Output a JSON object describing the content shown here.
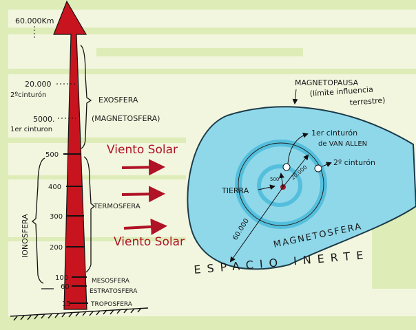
{
  "colors": {
    "paper": "#f2f6de",
    "green_wash": "#cfe3a0",
    "arrow_red": "#c8141e",
    "magnetosphere_blue": "#7fd3e6",
    "wind_red": "#b01226"
  },
  "altitude_axis": {
    "top_label": "60.000Km",
    "belt2_value": "20.000",
    "belt2_label": "2ºcinturón",
    "belt1_value": "5000.",
    "belt1_label": "1er cinturon",
    "ticks": [
      "500",
      "400",
      "300",
      "200",
      "100",
      "60",
      "15"
    ]
  },
  "layers": {
    "exosfera": "EXOSFERA",
    "exosfera_alt": "(MAGNETOSFERA)",
    "termosfera": "TERMOSFERA",
    "ionosfera": "IONOSFERA",
    "mesosfera": "MESOSFERA",
    "estratosfera": "ESTRATOSFERA",
    "troposfera": "TROPOSFERA"
  },
  "solar_wind": {
    "label_top": "Viento Solar",
    "label_bottom": "Viento Solar"
  },
  "magnetosphere": {
    "magnetopausa": "MAGNETOPAUSA",
    "magnetopausa_note_1": "(límite influencia",
    "magnetopausa_note_2": "terrestre)",
    "belt1_line1": "1er cinturón",
    "belt1_line2": "de VAN ALLEN",
    "belt2": "2º cinturón",
    "earth": "TIERRA",
    "r500": "500",
    "r20000": "20.000",
    "r60000": "60.000",
    "magnetosfera": "MAGNETOSFERA",
    "espacio_inerte": "ESPACIO INERTE"
  }
}
